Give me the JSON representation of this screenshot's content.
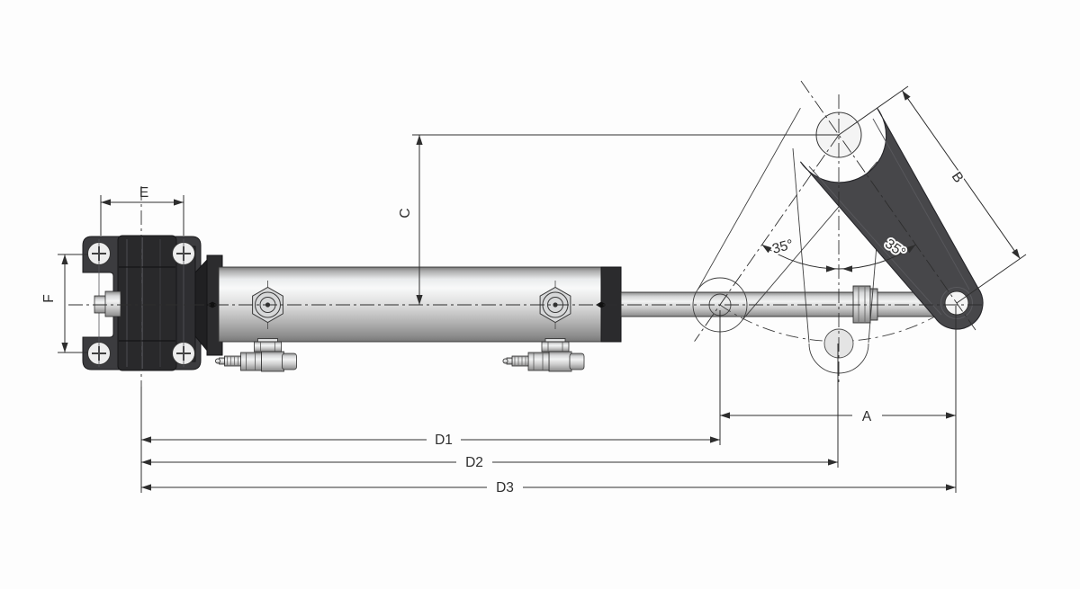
{
  "drawing": {
    "type": "technical-dimension-drawing",
    "subject": "hydraulic steering cylinder with mounting bracket and tiller arm, side view",
    "labels": {
      "e": "E",
      "f": "F",
      "c": "C",
      "b": "B",
      "a": "A",
      "d1": "D1",
      "d2": "D2",
      "d3": "D3",
      "angle_left": "35°",
      "angle_right": "35°"
    },
    "colors": {
      "background": "#fdfdfd",
      "line": "#2e2e2e",
      "bracket_plate": "#3c3c3f",
      "clamp_block": "#29292b",
      "tiller_arm": "#47474a",
      "end_cap": "#2b2b2d",
      "metal_light": "#f8f9f9",
      "metal_dark": "#787878",
      "hole_fill": "#f4f4f4"
    }
  }
}
